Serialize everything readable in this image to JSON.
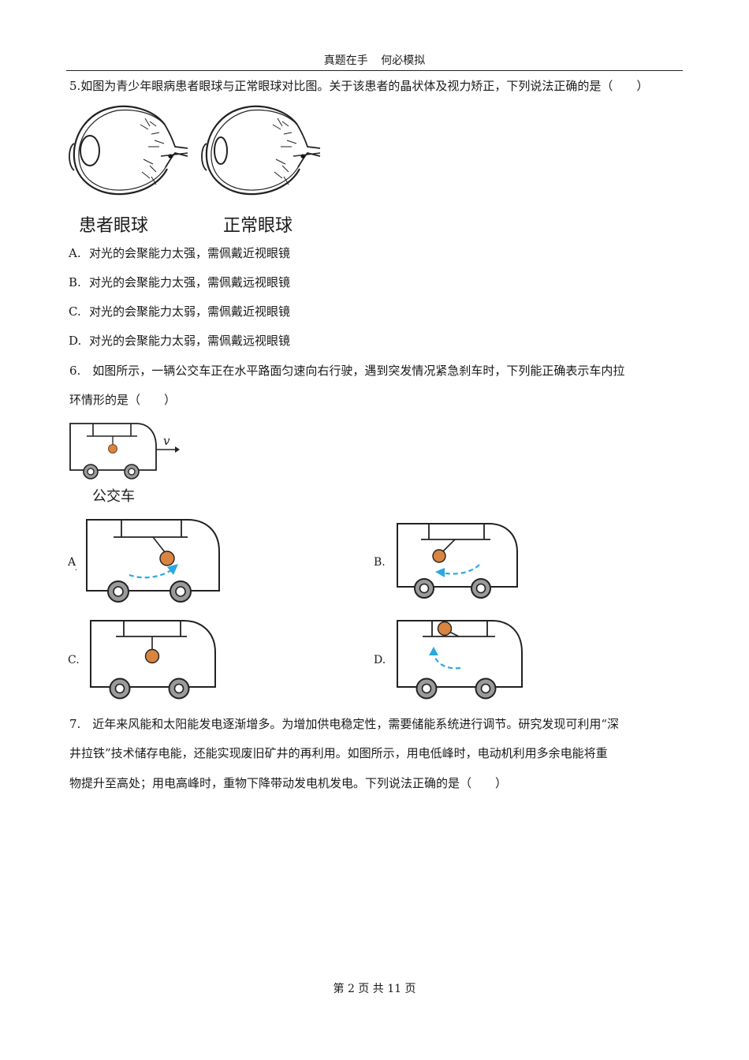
{
  "header": {
    "left": "真题在手",
    "right": "何必模拟"
  },
  "q5": {
    "stem": "5.如图为青少年眼病患者眼球与正常眼球对比图。关于该患者的晶状体及视力矫正，下列说法正确的是（　　）",
    "caption_patient": "患者眼球",
    "caption_normal": "正常眼球",
    "options": [
      {
        "label": "A.",
        "text": "对光的会聚能力太强，需佩戴近视眼镜"
      },
      {
        "label": "B.",
        "text": "对光的会聚能力太强，需佩戴远视眼镜"
      },
      {
        "label": "C.",
        "text": "对光的会聚能力太弱，需佩戴近视眼镜"
      },
      {
        "label": "D.",
        "text": "对光的会聚能力太弱，需佩戴远视眼镜"
      }
    ]
  },
  "q6": {
    "stem_line1": "6.　如图所示，一辆公交车正在水平路面匀速向右行驶，遇到突发情况紧急刹车时，下列能正确表示车内拉",
    "stem_line2": "环情形的是（　　）",
    "velocity_label": "v",
    "bus_caption": "公交车",
    "options": [
      {
        "label": "A"
      },
      {
        "label": "B."
      },
      {
        "label": "C."
      },
      {
        "label": "D."
      }
    ]
  },
  "q7": {
    "line1": "7.　近年来风能和太阳能发电逐渐增多。为增加供电稳定性，需要储能系统进行调节。研究发现可利用“深",
    "line2": "井拉铁”技术储存电能，还能实现废旧矿井的再利用。如图所示，用电低峰时，电动机利用多余电能将重",
    "line3": "物提升至高处；用电高峰时，重物下降带动发电机发电。下列说法正确的是（　　）"
  },
  "footer": {
    "text": "第 2 页 共 11 页"
  },
  "colors": {
    "ball": "#d9843f",
    "arrow": "#2aa8e0",
    "wheel": "#9a9a9a"
  }
}
